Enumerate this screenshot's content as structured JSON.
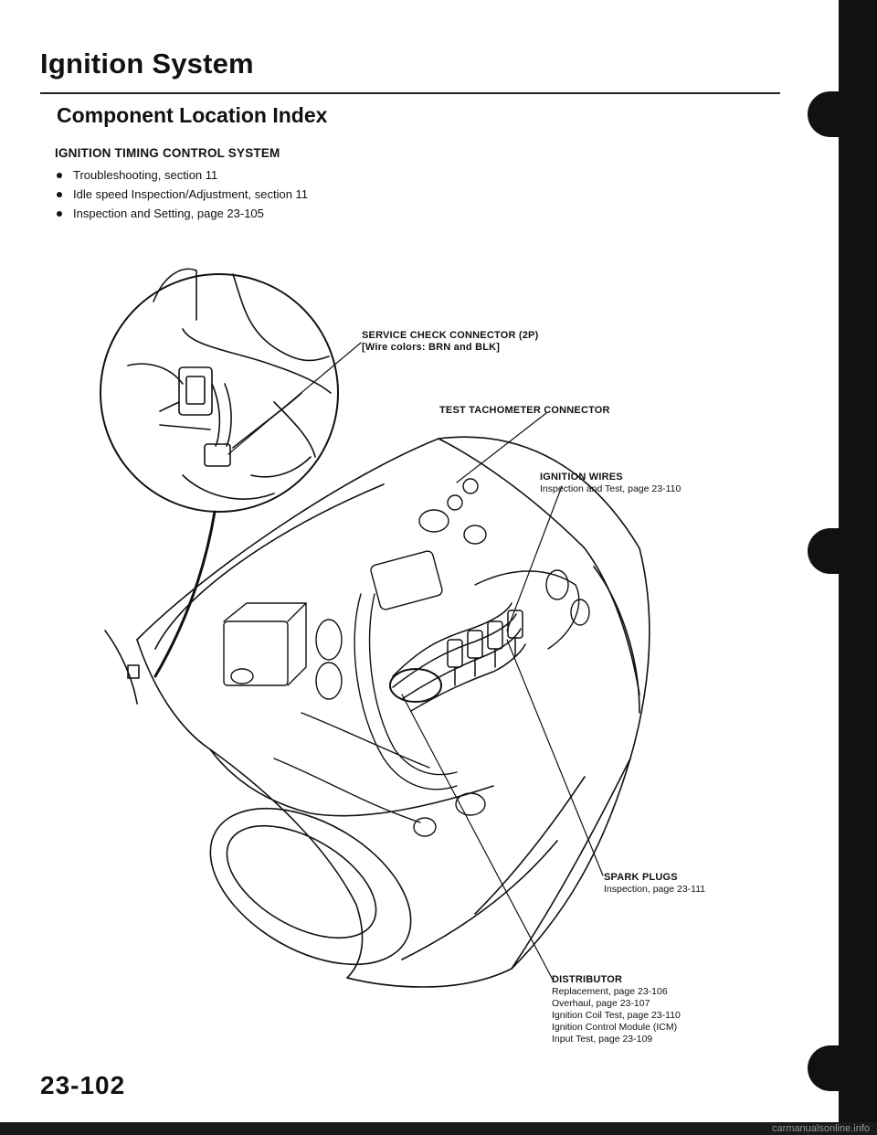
{
  "header": {
    "title": "Ignition System",
    "section": "Component Location Index"
  },
  "system": {
    "heading": "IGNITION TIMING CONTROL SYSTEM",
    "items": [
      "Troubleshooting, section 11",
      "Idle speed Inspection/Adjustment, section 11",
      "Inspection and Setting, page 23-105"
    ]
  },
  "callouts": {
    "service_check": {
      "title": "SERVICE CHECK CONNECTOR (2P)",
      "detail": "[Wire colors: BRN and BLK]"
    },
    "tachometer": {
      "title": "TEST TACHOMETER CONNECTOR"
    },
    "ignition_wires": {
      "title": "IGNITION WIRES",
      "detail": "Inspection and Test, page 23-110"
    },
    "spark_plugs": {
      "title": "SPARK PLUGS",
      "detail": "Inspection, page 23-111"
    },
    "distributor": {
      "title": "DISTRIBUTOR",
      "lines": [
        "Replacement, page 23-106",
        "Overhaul, page 23-107",
        "Ignition Coil Test, page 23-110",
        "Ignition Control Module (ICM)",
        "Input Test, page 23-109"
      ]
    }
  },
  "footer": {
    "page_number": "23-102",
    "watermark": "carmanualsonline.info"
  }
}
